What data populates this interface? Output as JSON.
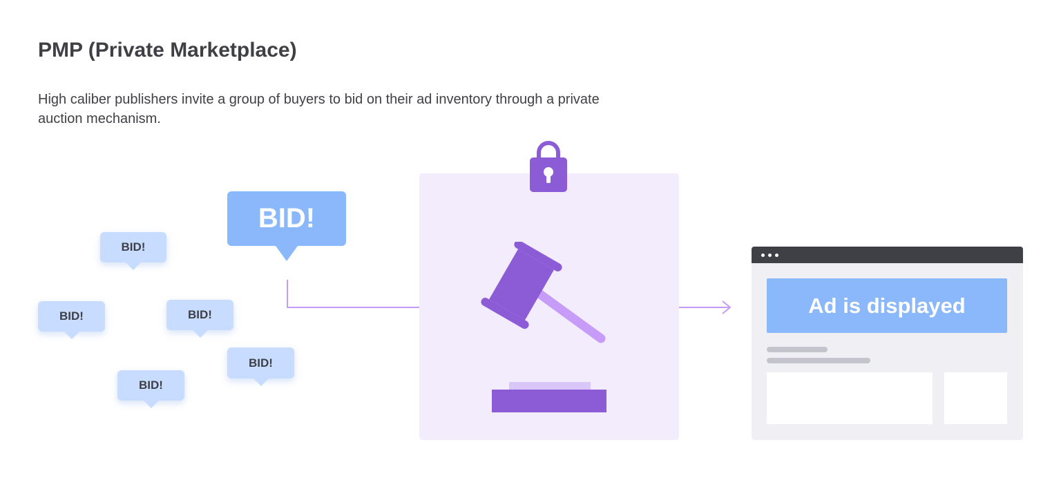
{
  "title": "PMP (Private Marketplace)",
  "description": "High caliber publishers invite a group of buyers to bid on their ad inventory through a private auction mechanism.",
  "bids": {
    "main": "BID!",
    "b1": "BID!",
    "b2": "BID!",
    "b3": "BID!",
    "b4": "BID!",
    "b5": "BID!"
  },
  "browser": {
    "ad_label": "Ad is displayed"
  },
  "colors": {
    "accent_purple": "#8b5cd6",
    "light_purple": "#c79cf9",
    "panel_bg": "#f2ecfd",
    "bubble_light": "#c7dcff",
    "bubble_main": "#8ab8fb",
    "browser_bar": "#3f3f46"
  },
  "icons": [
    "lock-icon",
    "gavel-icon",
    "arrow-right-icon"
  ]
}
